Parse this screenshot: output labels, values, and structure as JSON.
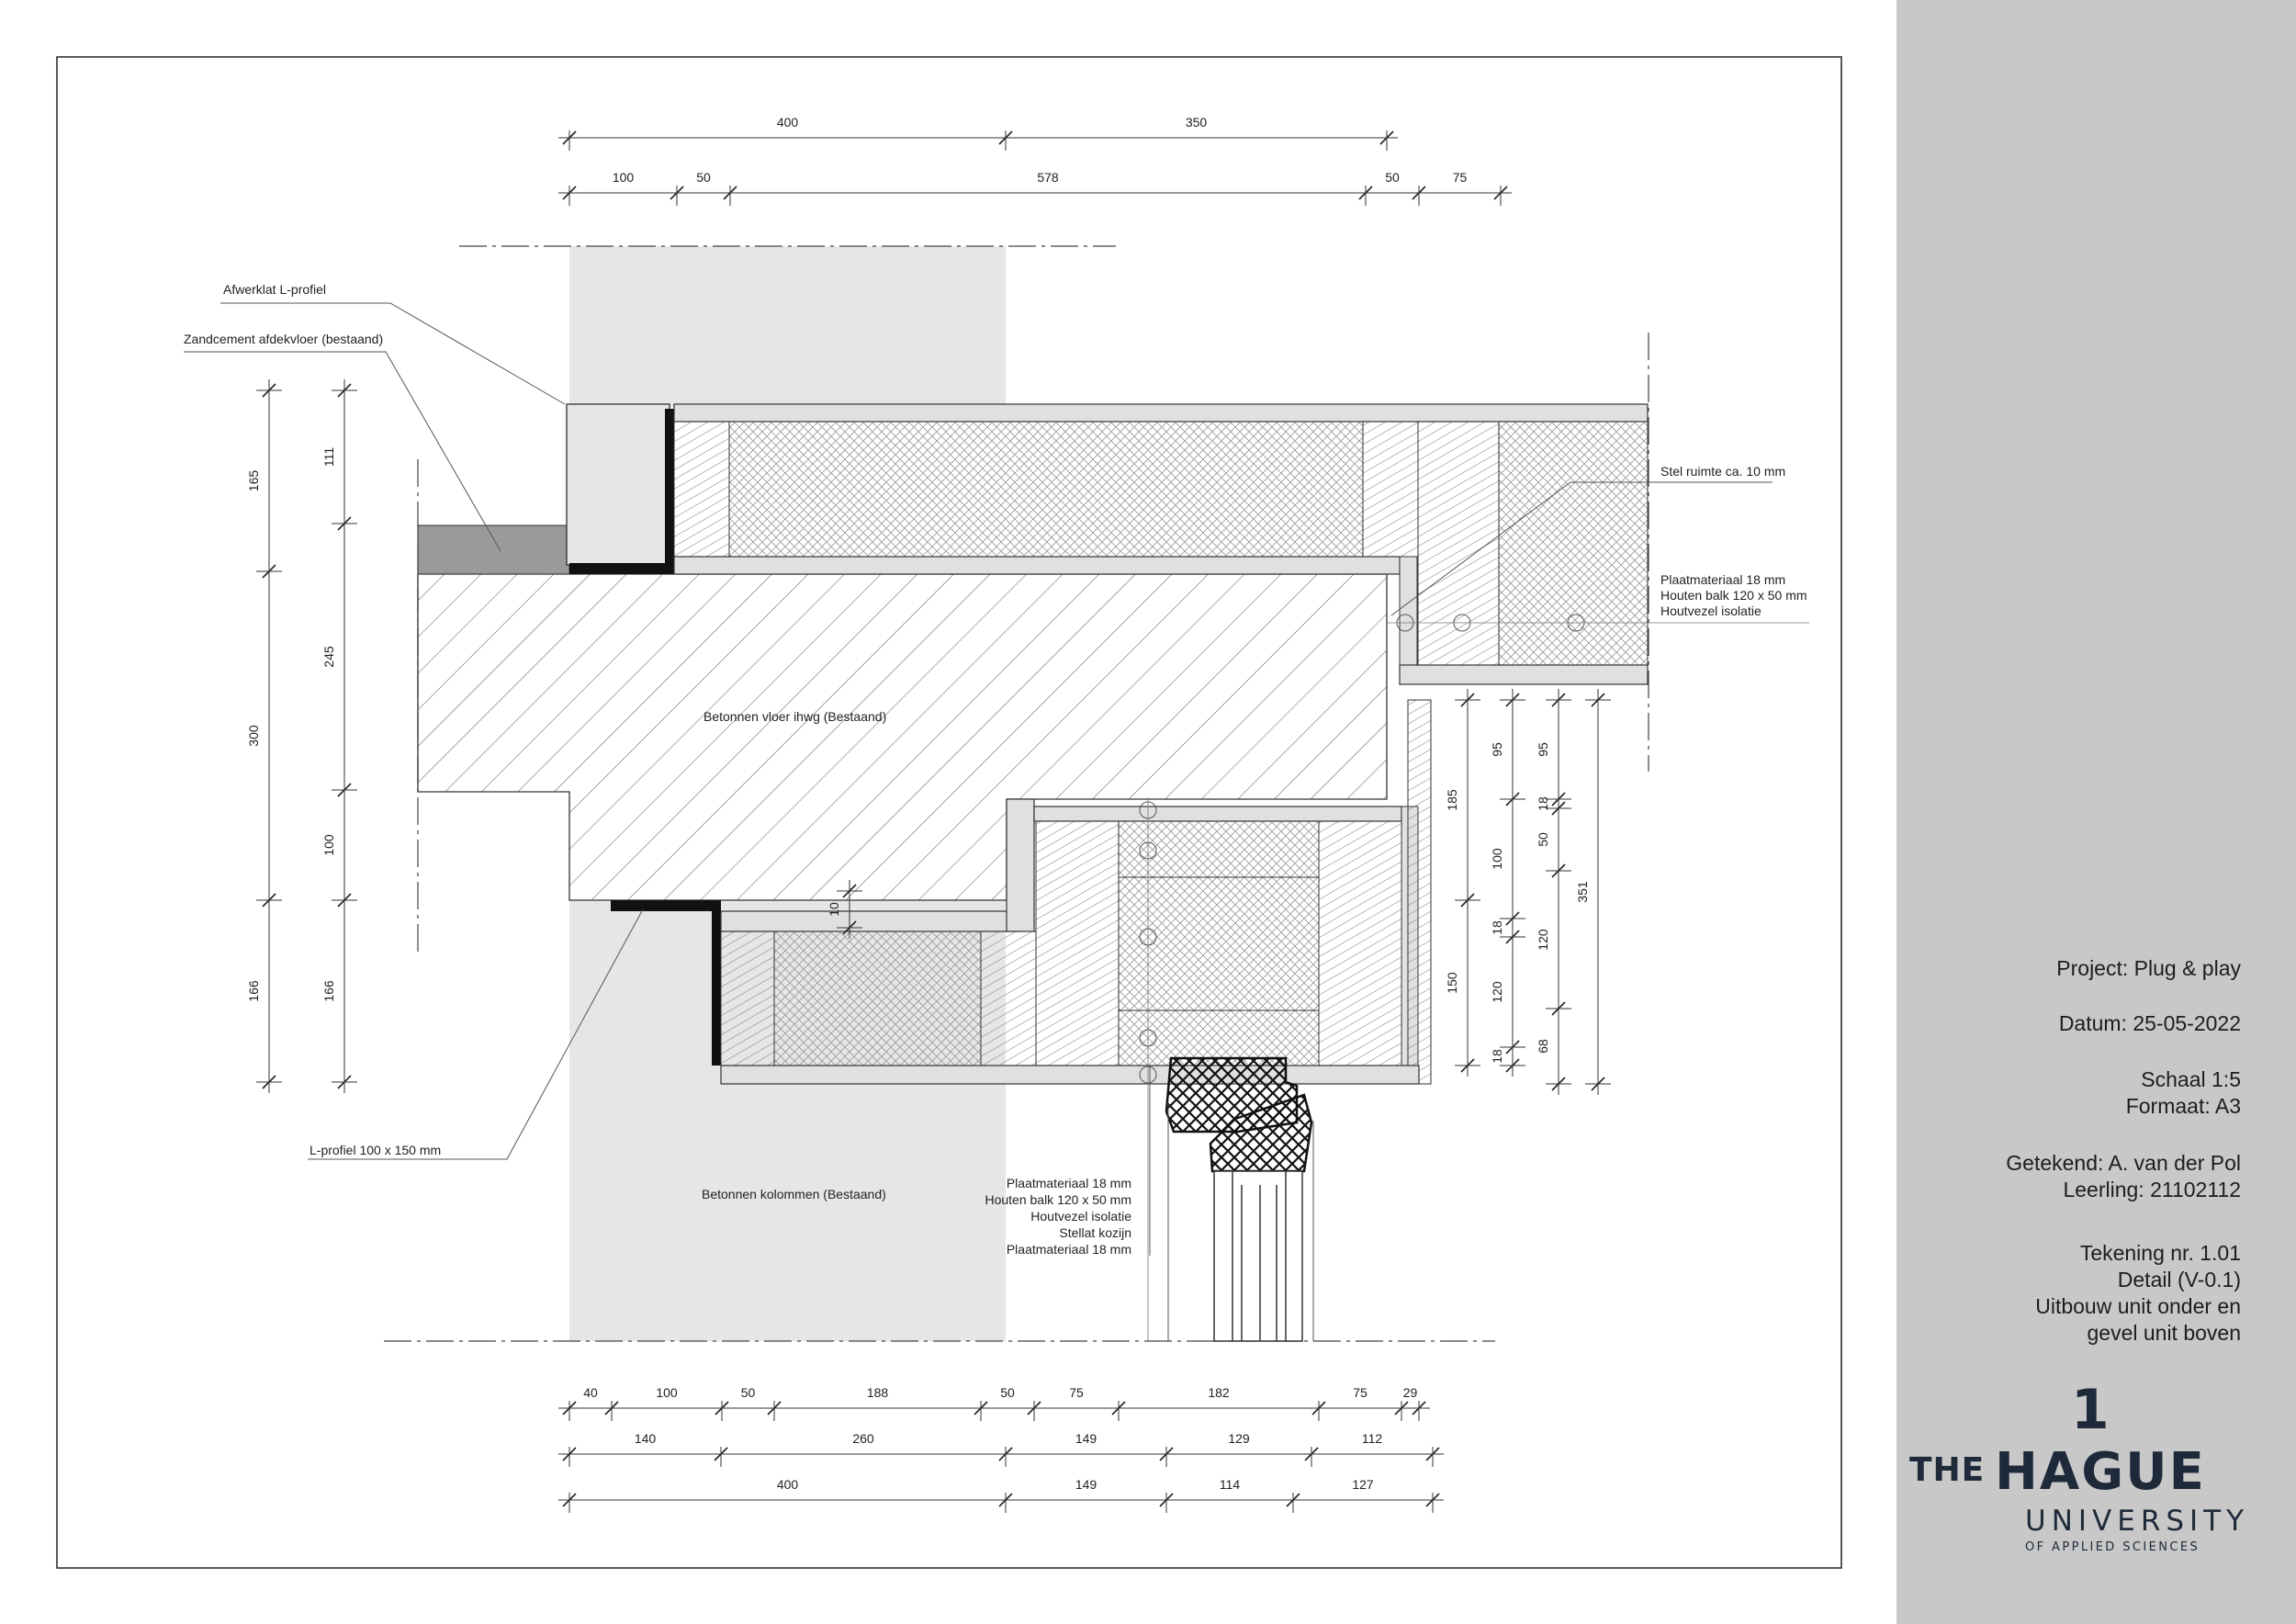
{
  "dimensions": {
    "top_row1": [
      "400",
      "350"
    ],
    "top_row2": [
      "100",
      "50",
      "578",
      "50",
      "75"
    ],
    "left_outer": [
      "165",
      "300",
      "166"
    ],
    "left_inner": [
      "111",
      "245",
      "100",
      "166"
    ],
    "right_a": [
      "185",
      "150"
    ],
    "right_b": [
      "95",
      "100",
      "18",
      "120",
      "18"
    ],
    "right_c": [
      "95",
      "18",
      "50",
      "120",
      "68"
    ],
    "right_d": [
      "351"
    ],
    "mid": [
      "10"
    ],
    "bottom_row1": [
      "40",
      "100",
      "50",
      "188",
      "50",
      "75",
      "182",
      "75",
      "29"
    ],
    "bottom_row2": [
      "140",
      "260",
      "149",
      "129",
      "112"
    ],
    "bottom_row3": [
      "400",
      "149",
      "114",
      "127"
    ]
  },
  "labels": {
    "afwerklat": "Afwerklat L-profiel",
    "zandcement": "Zandcement afdekvloer (bestaand)",
    "stelruimte": "Stel ruimte ca. 10 mm",
    "right_layers": [
      "Plaatmateriaal 18 mm",
      "Houten balk 120 x 50 mm",
      "Houtvezel isolatie"
    ],
    "vloer": "Betonnen vloer ihwg (Bestaand)",
    "lprofiel": "L-profiel 100  x 150 mm",
    "kolommen": "Betonnen kolommen (Bestaand)",
    "bottom_layers": [
      "Plaatmateriaal 18 mm",
      "Houten balk 120 x 50 mm",
      "Houtvezel isolatie",
      "Stellat kozijn",
      "Plaatmateriaal 18 mm"
    ]
  },
  "title_block": {
    "project": "Project: Plug & play",
    "datum": "Datum: 25-05-2022",
    "schaal": "Schaal 1:5",
    "formaat": "Formaat: A3",
    "getekend": "Getekend: A. van der Pol",
    "leerling": "Leerling: 21102112",
    "tekening": "Tekening nr. 1.01",
    "detail": "Detail (V-0.1)",
    "desc1": "Uitbouw unit onder en",
    "desc2": "gevel unit boven"
  },
  "logo": {
    "number": "1",
    "the": "THE",
    "hague": "HAGUE",
    "university": "UNIVERSITY",
    "applied": "OF APPLIED SCIENCES"
  }
}
